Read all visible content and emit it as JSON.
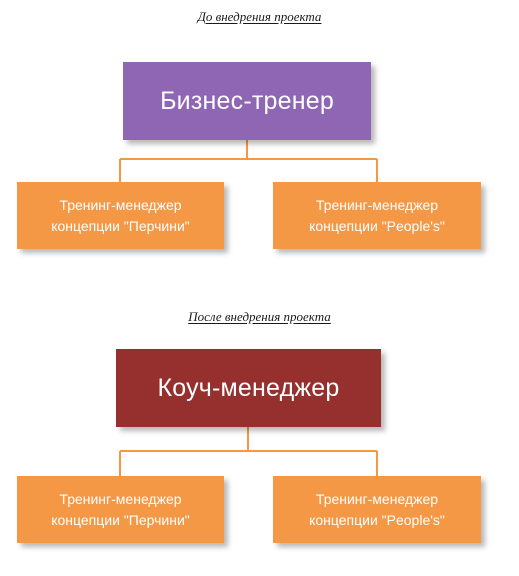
{
  "before": {
    "heading": "До внедрения проекта",
    "top_box": "Бизнес-тренер",
    "children": [
      "Тренинг-менеджер\nконцепции \"Перчини\"",
      "Тренинг-менеджер\nконцепции \"People's\""
    ]
  },
  "after": {
    "heading": "После внедрения проекта",
    "top_box": "Коуч-менеджер",
    "children": [
      "Тренинг-менеджер\nконцепции \"Перчини\"",
      "Тренинг-менеджер\nконцепции \"People's\""
    ]
  },
  "colors": {
    "before_top": "#8e66b3",
    "after_top": "#96302e",
    "child": "#f59845",
    "connector": "#f59845"
  }
}
